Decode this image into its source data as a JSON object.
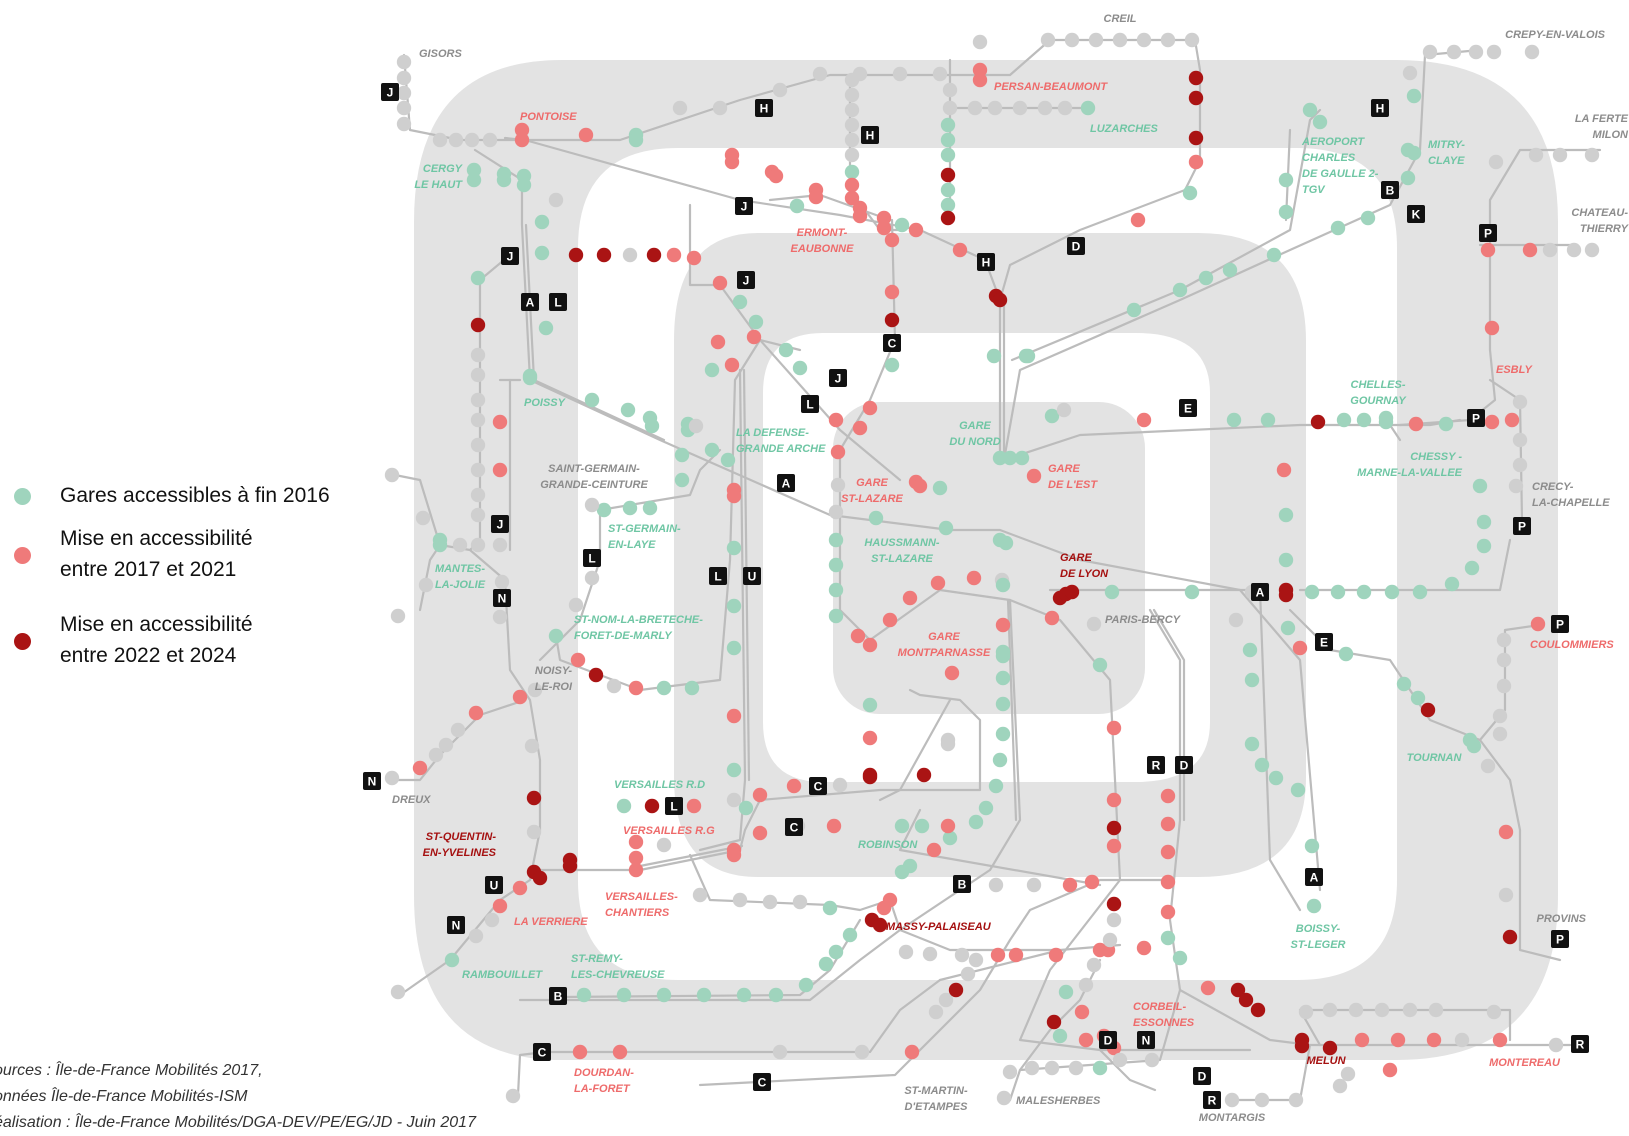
{
  "colors": {
    "accessible_2016": "#9fd4bd",
    "planned_2017_2021": "#ef7a7a",
    "planned_2022_2024": "#aa1414",
    "not_planned": "#cfcfcf",
    "ring_fill": "#e3e3e3",
    "track": "#bcbcbc",
    "label_green": "#6fc6a4",
    "label_gray": "#8c8c8c",
    "label_red": "#ee6b6b",
    "label_darkred": "#a51010",
    "badge": "#111111"
  },
  "legend": [
    {
      "status": "accessible_2016",
      "text": "Gares accessibles à fin 2016"
    },
    {
      "status": "planned_2017_2021",
      "text": "Mise en accessibilité\nentre 2017 et 2021"
    },
    {
      "status": "planned_2022_2024",
      "text": "Mise en accessibilité\nentre 2022 et 2024"
    }
  ],
  "sources": [
    "ources : Île-de-France Mobilités 2017,",
    "onnées Île-de-France Mobilités-ISM",
    "éalisation : Île-de-France Mobilités/DGA-DEV/PE/EG/JD  -  Juin 2017"
  ],
  "stations": [
    {
      "lines": [
        "CREIL"
      ],
      "status": "not_planned"
    },
    {
      "lines": [
        "CREPY-EN-VALOIS"
      ],
      "status": "not_planned"
    },
    {
      "lines": [
        "GISORS"
      ],
      "status": "not_planned"
    },
    {
      "lines": [
        "PERSAN-BEAUMONT"
      ],
      "status": "planned_2017_2021"
    },
    {
      "lines": [
        "PONTOISE"
      ],
      "status": "planned_2017_2021"
    },
    {
      "lines": [
        "LUZARCHES"
      ],
      "status": "accessible_2016"
    },
    {
      "lines": [
        "LA FERTE",
        "MILON"
      ],
      "status": "not_planned"
    },
    {
      "lines": [
        "CERGY",
        "LE HAUT"
      ],
      "status": "accessible_2016"
    },
    {
      "lines": [
        "AEROPORT",
        "CHARLES",
        "DE GAULLE 2-",
        "TGV"
      ],
      "status": "accessible_2016"
    },
    {
      "lines": [
        "MITRY-",
        "CLAYE"
      ],
      "status": "accessible_2016"
    },
    {
      "lines": [
        "CHATEAU-",
        "THIERRY"
      ],
      "status": "not_planned"
    },
    {
      "lines": [
        "ERMONT-",
        "EAUBONNE"
      ],
      "status": "planned_2017_2021"
    },
    {
      "lines": [
        "ESBLY"
      ],
      "status": "planned_2017_2021"
    },
    {
      "lines": [
        "CHELLES-",
        "GOURNAY"
      ],
      "status": "accessible_2016"
    },
    {
      "lines": [
        "POISSY"
      ],
      "status": "accessible_2016"
    },
    {
      "lines": [
        "GARE",
        "DU NORD"
      ],
      "status": "accessible_2016"
    },
    {
      "lines": [
        "LA DEFENSE-",
        "GRANDE ARCHE"
      ],
      "status": "accessible_2016"
    },
    {
      "lines": [
        "GARE",
        "DE L'EST"
      ],
      "status": "planned_2017_2021"
    },
    {
      "lines": [
        "CHESSY -",
        "MARNE-LA-VALLEE"
      ],
      "status": "accessible_2016"
    },
    {
      "lines": [
        "SAINT-GERMAIN-",
        "GRANDE-CEINTURE"
      ],
      "status": "not_planned"
    },
    {
      "lines": [
        "GARE",
        "ST-LAZARE"
      ],
      "status": "planned_2017_2021"
    },
    {
      "lines": [
        "CRECY-",
        "LA-CHAPELLE"
      ],
      "status": "not_planned"
    },
    {
      "lines": [
        "ST-GERMAIN-",
        "EN-LAYE"
      ],
      "status": "accessible_2016"
    },
    {
      "lines": [
        "HAUSSMANN-",
        "ST-LAZARE"
      ],
      "status": "accessible_2016"
    },
    {
      "lines": [
        "MANTES-",
        "LA-JOLIE"
      ],
      "status": "accessible_2016"
    },
    {
      "lines": [
        "GARE",
        "DE LYON"
      ],
      "status": "planned_2022_2024"
    },
    {
      "lines": [
        "PARIS-BERCY"
      ],
      "status": "not_planned"
    },
    {
      "lines": [
        "ST-NOM-LA-BRETECHE-",
        "FORET-DE-MARLY"
      ],
      "status": "accessible_2016"
    },
    {
      "lines": [
        "COULOMMIERS"
      ],
      "status": "planned_2017_2021"
    },
    {
      "lines": [
        "GARE",
        "MONTPARNASSE"
      ],
      "status": "planned_2017_2021"
    },
    {
      "lines": [
        "NOISY-",
        "LE-ROI"
      ],
      "status": "not_planned"
    },
    {
      "lines": [
        "TOURNAN"
      ],
      "status": "accessible_2016"
    },
    {
      "lines": [
        "DREUX"
      ],
      "status": "not_planned"
    },
    {
      "lines": [
        "VERSAILLES R.D"
      ],
      "status": "accessible_2016"
    },
    {
      "lines": [
        "VERSAILLES R.G"
      ],
      "status": "planned_2017_2021"
    },
    {
      "lines": [
        "ST-QUENTIN-",
        "EN-YVELINES"
      ],
      "status": "planned_2022_2024"
    },
    {
      "lines": [
        "ROBINSON"
      ],
      "status": "accessible_2016"
    },
    {
      "lines": [
        "VERSAILLES-",
        "CHANTIERS"
      ],
      "status": "planned_2017_2021"
    },
    {
      "lines": [
        "LA VERRIERE"
      ],
      "status": "planned_2017_2021"
    },
    {
      "lines": [
        "MASSY-PALAISEAU"
      ],
      "status": "planned_2022_2024"
    },
    {
      "lines": [
        "PROVINS"
      ],
      "status": "not_planned"
    },
    {
      "lines": [
        "BOISSY-",
        "ST-LEGER"
      ],
      "status": "accessible_2016"
    },
    {
      "lines": [
        "ST-REMY-",
        "LES-CHEVREUSE"
      ],
      "status": "accessible_2016"
    },
    {
      "lines": [
        "RAMBOUILLET"
      ],
      "status": "accessible_2016"
    },
    {
      "lines": [
        "CORBEIL-",
        "ESSONNES"
      ],
      "status": "planned_2017_2021"
    },
    {
      "lines": [
        "MELUN"
      ],
      "status": "planned_2022_2024"
    },
    {
      "lines": [
        "MONTEREAU"
      ],
      "status": "planned_2017_2021"
    },
    {
      "lines": [
        "DOURDAN-",
        "LA-FORET"
      ],
      "status": "planned_2017_2021"
    },
    {
      "lines": [
        "ST-MARTIN-",
        "D'ETAMPES"
      ],
      "status": "not_planned"
    },
    {
      "lines": [
        "MALESHERBES"
      ],
      "status": "not_planned"
    },
    {
      "lines": [
        "MONTARGIS"
      ],
      "status": "not_planned"
    }
  ],
  "line_badges": [
    "J",
    "H",
    "H",
    "H",
    "J",
    "B",
    "K",
    "J",
    "D",
    "H",
    "J",
    "P",
    "A",
    "L",
    "C",
    "J",
    "L",
    "E",
    "P",
    "A",
    "J",
    "P",
    "L",
    "L",
    "U",
    "N",
    "A",
    "E",
    "P",
    "N",
    "N",
    "C",
    "R",
    "D",
    "L",
    "C",
    "A",
    "U",
    "B",
    "N",
    "P",
    "B",
    "C",
    "D",
    "C",
    "D",
    "R",
    "R"
  ]
}
